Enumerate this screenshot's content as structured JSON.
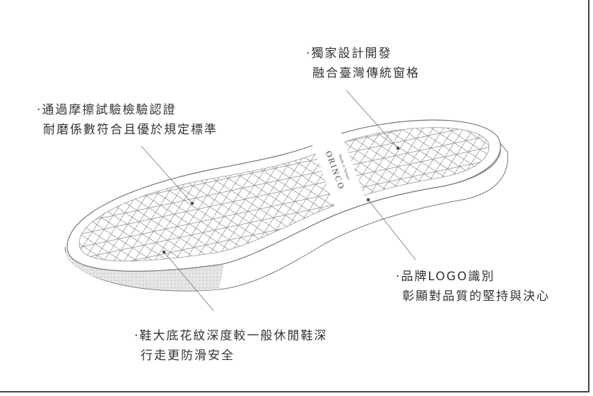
{
  "annotations": {
    "pattern": {
      "line1": "·獨家設計開發",
      "line2": "融合臺灣傳統窗格"
    },
    "abrasion": {
      "line1": "·通過摩擦試驗檢驗認證",
      "line2": "耐磨係數符合且優於規定標準"
    },
    "logo": {
      "line1": "·品牌LOGO識別",
      "line2": "彰顯對品質的堅持與決心"
    },
    "tread": {
      "line1": "·鞋大底花紋深度較一般休閒鞋深",
      "line2": "行走更防滑安全"
    }
  },
  "insole": {
    "brand": "ORINCO",
    "tagline": "Made in Taiwan"
  },
  "colors": {
    "line": "#777777",
    "text": "#333333"
  }
}
